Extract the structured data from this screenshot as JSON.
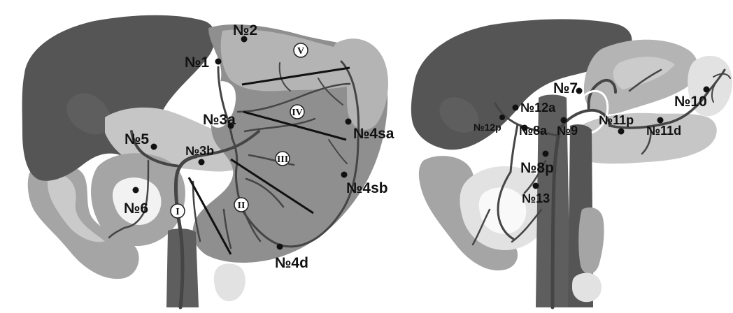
{
  "colors": {
    "liver": "#555555",
    "stomach": "#8f8f8f",
    "stomach_light": "#b4b4b4",
    "pancreas": "#c6c6c6",
    "duodenum": "#a5a5a5",
    "vessel": "#454545",
    "aorta": "#5e5e5e",
    "pale": "#e2e2e2",
    "node": "#111111"
  },
  "left_panel": {
    "node_labels": {
      "n1": "№1",
      "n2": "№2",
      "n3a": "№3a",
      "n3b": "№3b",
      "n4sa": "№4sa",
      "n4sb": "№4sb",
      "n4d": "№4d",
      "n5": "№5",
      "n6": "№6"
    },
    "zones": {
      "z1": "I",
      "z2": "II",
      "z3": "III",
      "z4": "IV",
      "z5": "V"
    }
  },
  "right_panel": {
    "node_labels": {
      "n7": "№7",
      "n8a": "№8a",
      "n8p": "№8p",
      "n9": "№9",
      "n10": "№10",
      "n11p": "№11p",
      "n11d": "№11d",
      "n12a": "№12a",
      "n12p": "№12p",
      "n13": "№13"
    }
  }
}
